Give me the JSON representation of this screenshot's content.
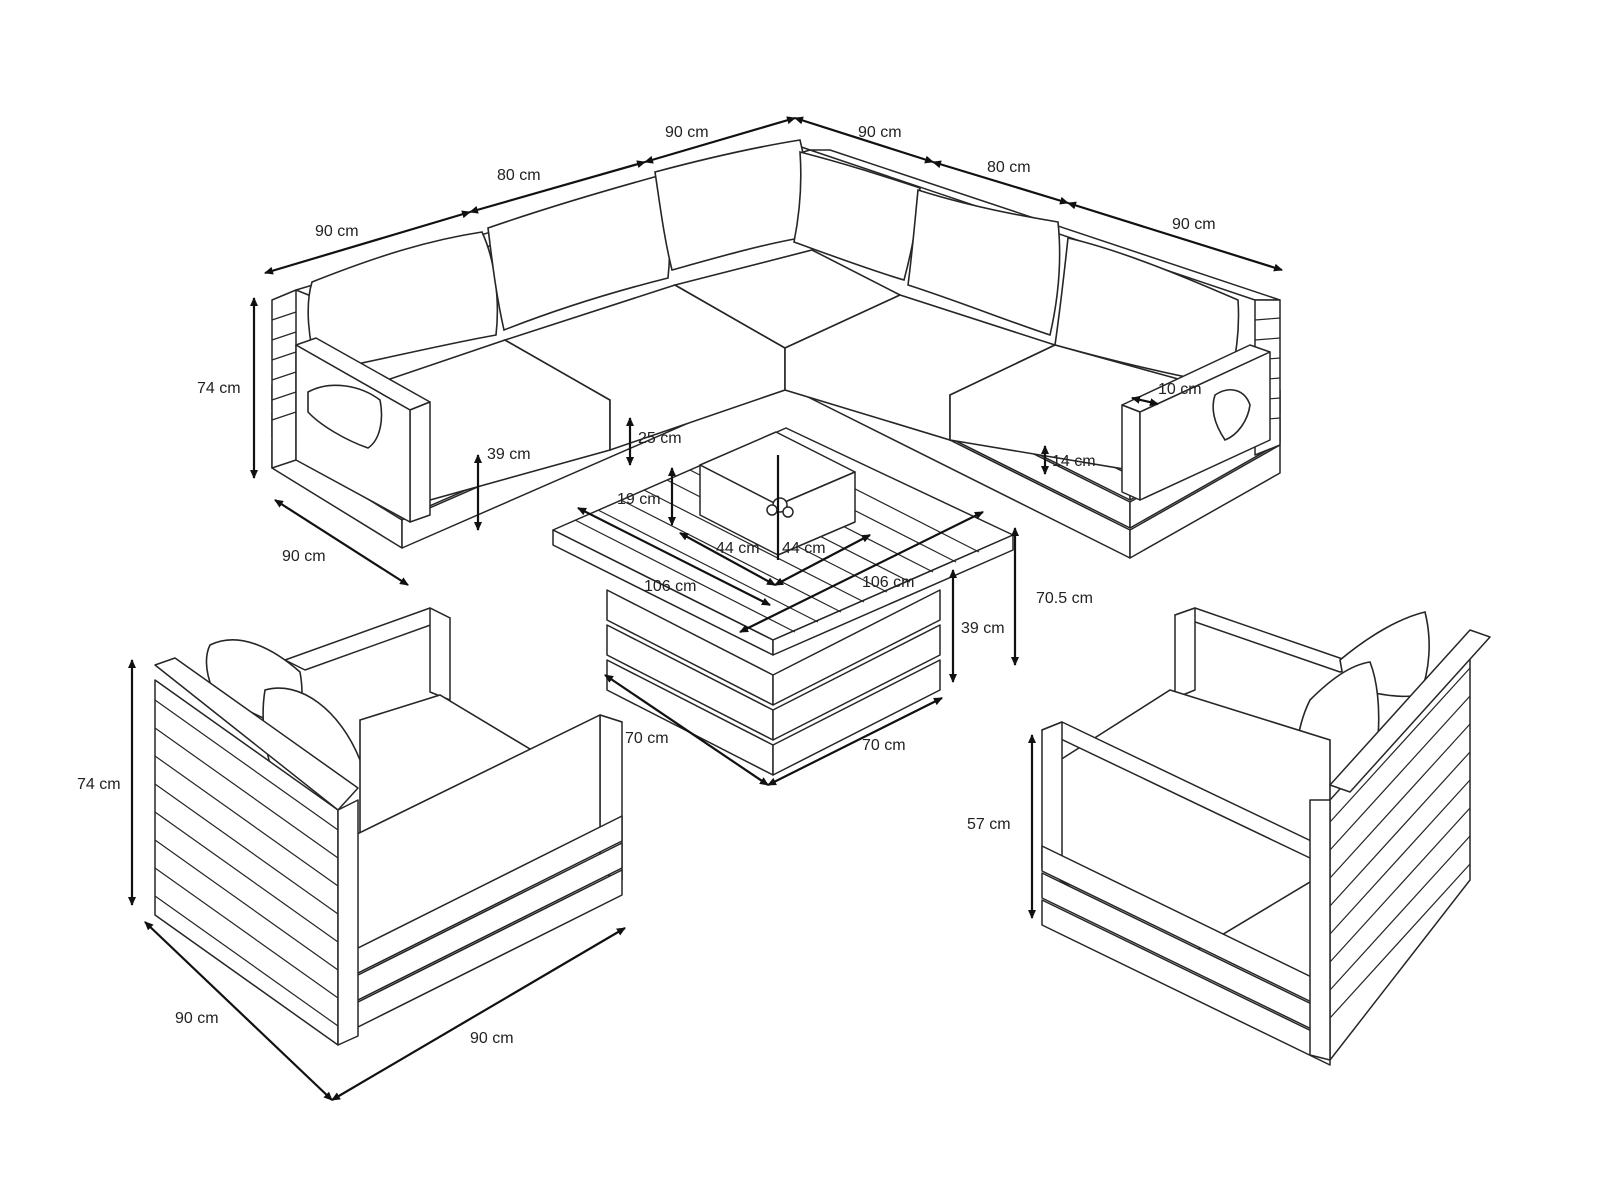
{
  "labels": {
    "back_seg1": "90 cm",
    "back_seg2": "80 cm",
    "back_seg3": "90 cm",
    "back_seg4": "90 cm",
    "back_seg5": "80 cm",
    "back_seg6": "90 cm",
    "sofa_height": "74 cm",
    "sofa_depth": "90 cm",
    "seat_height": "39 cm",
    "cushion_thickness": "25 cm",
    "arm_width": "10 cm",
    "arm_above_seat": "14 cm",
    "burner_height": "19 cm",
    "burner_width_a": "44 cm",
    "burner_width_b": "44 cm",
    "table_top_a": "106 cm",
    "table_top_b": "106 cm",
    "table_base_height": "39 cm",
    "table_height": "70.5 cm",
    "table_base_a": "70 cm",
    "table_base_b": "70 cm",
    "chair_left_height": "74 cm",
    "chair_left_depth": "90 cm",
    "chair_left_width": "90 cm",
    "chair_right_height": "57 cm"
  }
}
